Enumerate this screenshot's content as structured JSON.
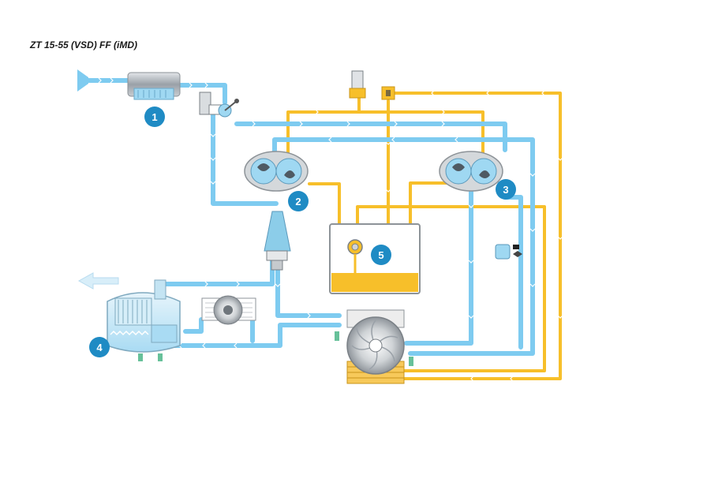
{
  "title": "ZT 15-55 (VSD) FF (iMD)",
  "colors": {
    "air": "#7ecbf0",
    "air_dark": "#4aa6d6",
    "oil": "#f7bf2a",
    "badge": "#1f8bc4",
    "metal": "#b9bec4",
    "water_fill": "#bfe6f8"
  },
  "badges": [
    {
      "id": "1",
      "label": "1"
    },
    {
      "id": "2",
      "label": "2"
    },
    {
      "id": "3",
      "label": "3"
    },
    {
      "id": "4",
      "label": "4"
    },
    {
      "id": "5",
      "label": "5"
    }
  ]
}
